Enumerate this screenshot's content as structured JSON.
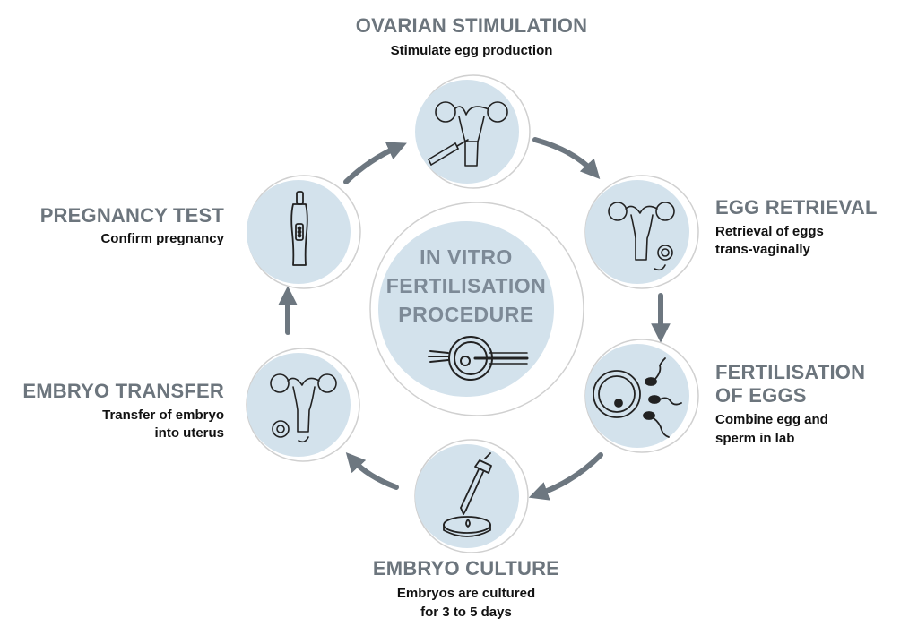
{
  "center": {
    "line1": "IN VITRO",
    "line2": "FERTILISATION",
    "line3": "PROCEDURE",
    "icon": "icsi-injection-icon"
  },
  "steps": [
    {
      "title": "OVARIAN STIMULATION",
      "desc": "Stimulate egg production",
      "icon": "uterus-syringe-icon"
    },
    {
      "title": "EGG RETRIEVAL",
      "desc_line1": "Retrieval of eggs",
      "desc_line2": "trans-vaginally",
      "icon": "uterus-egg-retrieval-icon"
    },
    {
      "title_line1": "FERTILISATION",
      "title_line2": "OF EGGS",
      "desc_line1": "Combine egg and",
      "desc_line2": "sperm in lab",
      "icon": "egg-sperm-icon"
    },
    {
      "title": "EMBRYO CULTURE",
      "desc_line1": "Embryos are cultured",
      "desc_line2": "for 3 to 5 days",
      "icon": "pipette-petri-dish-icon"
    },
    {
      "title": "EMBRYO TRANSFER",
      "desc_line1": "Transfer of embryo",
      "desc_line2": "into uterus",
      "icon": "uterus-embryo-transfer-icon"
    },
    {
      "title": "PREGNANCY TEST",
      "desc": "Confirm pregnancy",
      "icon": "pregnancy-test-icon"
    }
  ],
  "colors": {
    "circle_fill": "#d3e2ec",
    "outline": "#cccccc",
    "arrow": "#6d7780",
    "title": "#6c757d",
    "center_title": "#7d8a97",
    "icon_stroke": "#222222"
  }
}
